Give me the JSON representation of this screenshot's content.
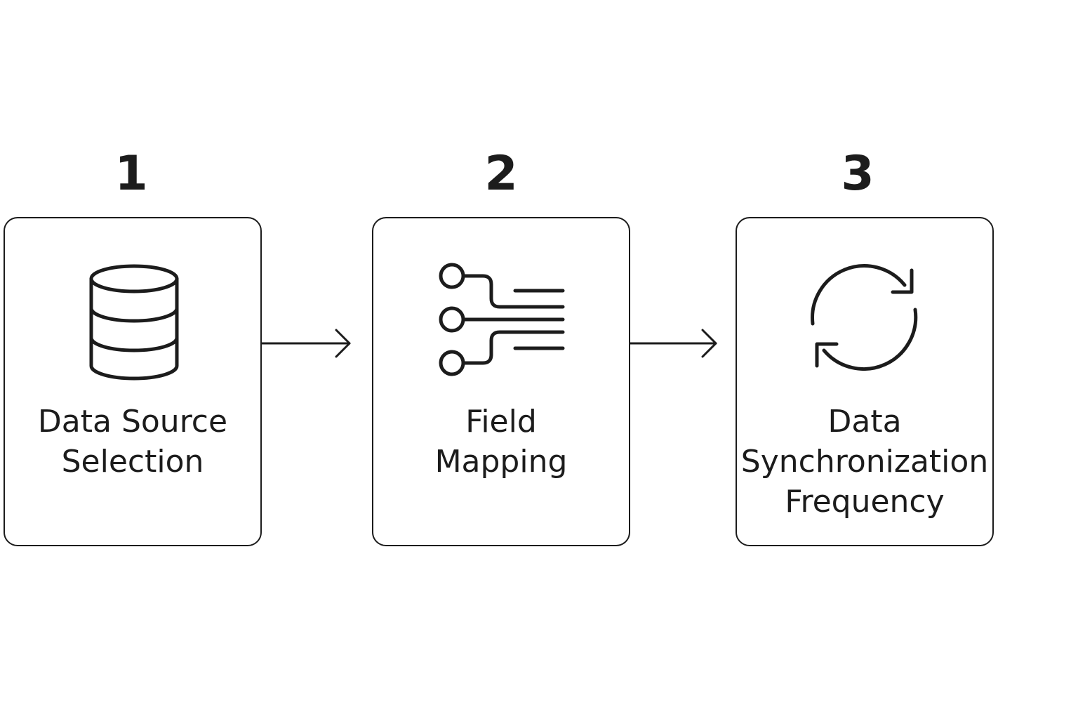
{
  "steps": [
    {
      "number": "1",
      "icon": "database-icon",
      "label_lines": [
        "Data Source",
        "Selection"
      ]
    },
    {
      "number": "2",
      "icon": "field-mapping-icon",
      "label_lines": [
        "Field",
        "Mapping"
      ]
    },
    {
      "number": "3",
      "icon": "sync-icon",
      "label_lines": [
        "Data",
        "Synchronization",
        "Frequency"
      ]
    }
  ],
  "colors": {
    "stroke": "#1c1c1c",
    "background": "#ffffff"
  }
}
